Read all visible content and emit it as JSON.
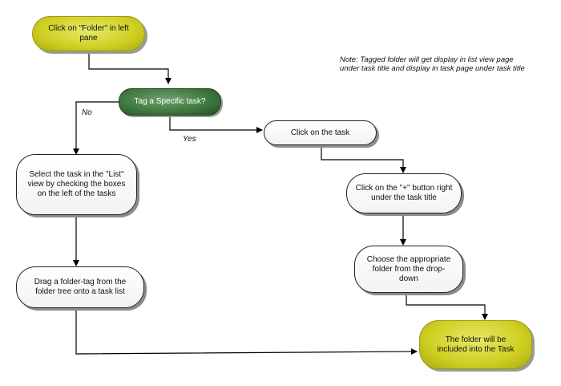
{
  "nodes": {
    "start": "Click on \"Folder\" in left pane",
    "decision": "Tag a Specific task?",
    "select_task": "Select the task in the \"List\" view by checking the boxes on the left of the tasks",
    "drag_folder": "Drag a folder-tag from the folder tree onto a task list",
    "click_task": "Click on the task",
    "click_plus": "Click on the \"+\" button right under the task title",
    "choose_folder": "Choose the appropriate folder from the drop-down",
    "end": "The folder will be included into the Task"
  },
  "edge_labels": {
    "no": "No",
    "yes": "Yes"
  },
  "note": "Note: Tagged folder will get display in list view page under task title and display in task page under task title",
  "colors": {
    "start_end": "#cfcf22",
    "decision": "#3f7a3f",
    "process": "#ffffff"
  }
}
